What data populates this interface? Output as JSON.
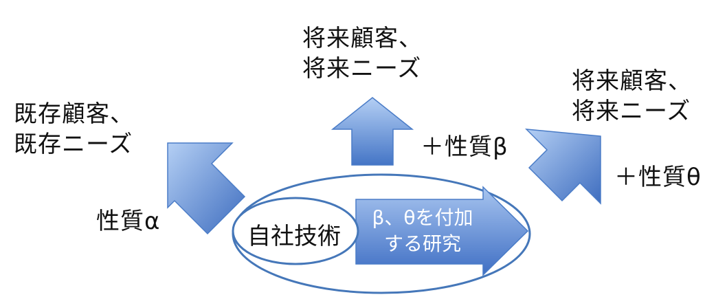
{
  "labels": {
    "existing": {
      "line1": "既存顧客、",
      "line2": "既存ニーズ"
    },
    "future_center": {
      "line1": "将来顧客、",
      "line2": "将来ニーズ"
    },
    "future_right": {
      "line1": "将来顧客、",
      "line2": "将来ニーズ"
    },
    "property_alpha": "性質α",
    "property_beta": "＋性質β",
    "property_theta": "＋性質θ",
    "core_tech": "自社技術",
    "research": {
      "line1": "β、θを付加",
      "line2": "する研究"
    }
  },
  "colors": {
    "arrow_light": "#a9c6f0",
    "arrow_dark": "#3f6fc4",
    "arrow_stroke": "#4a7cc7",
    "ellipse_stroke": "#4577b9",
    "text": "#111111"
  }
}
